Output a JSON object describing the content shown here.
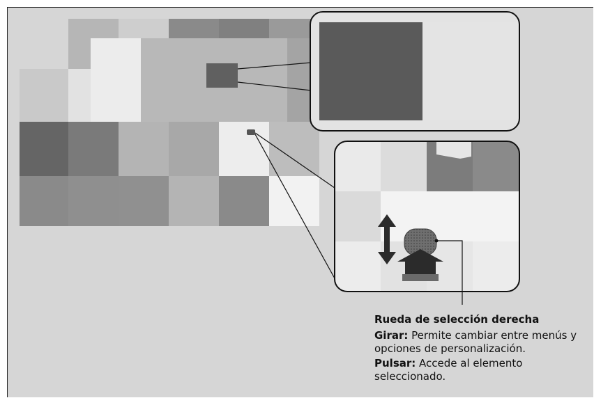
{
  "callout": {
    "title": "Rueda de selección derecha",
    "items": [
      {
        "term": "Girar:",
        "text": "Permite cambiar entre menús y opciones de personalización."
      },
      {
        "term": "Pulsar:",
        "text": "Accede al elemento seleccionado."
      }
    ]
  },
  "icons": {
    "arrow": "up-down-arrow-icon",
    "wheel": "selection-wheel-icon"
  },
  "colors": {
    "background": "#d6d6d6",
    "dark_tile": "#5a5a5a",
    "arrow": "#2b2b2b"
  }
}
